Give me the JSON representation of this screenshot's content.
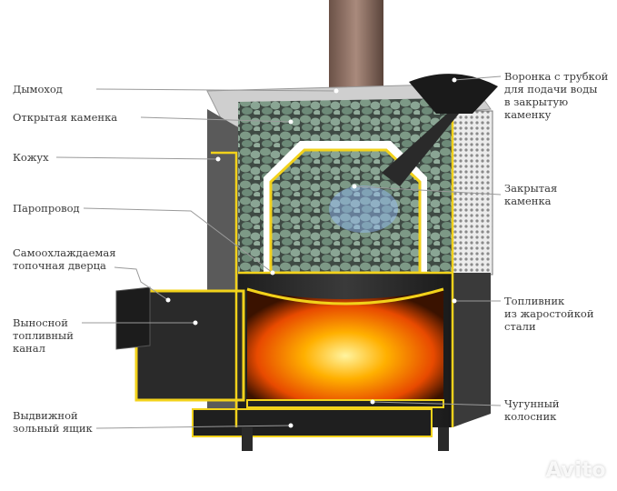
{
  "labels": {
    "left": [
      {
        "id": "chimney",
        "lines": [
          "Дымоход"
        ]
      },
      {
        "id": "open-heater",
        "lines": [
          "Открытая каменка"
        ]
      },
      {
        "id": "casing",
        "lines": [
          "Кожух"
        ]
      },
      {
        "id": "steam-duct",
        "lines": [
          "Паропровод"
        ]
      },
      {
        "id": "self-cooling-door",
        "lines": [
          "Самоохлаждаемая",
          "топочная дверца"
        ]
      },
      {
        "id": "remote-fuel-channel",
        "lines": [
          "Выносной",
          "топливный",
          "канал"
        ]
      },
      {
        "id": "ash-drawer",
        "lines": [
          "Выдвижной",
          "зольный ящик"
        ]
      }
    ],
    "right": [
      {
        "id": "funnel",
        "lines": [
          "Воронка с трубкой",
          "для подачи воды",
          "в закрытую",
          "каменку"
        ]
      },
      {
        "id": "closed-heater",
        "lines": [
          "Закрытая",
          "каменка"
        ]
      },
      {
        "id": "firebox",
        "lines": [
          "Топливник",
          "из жаростойкой",
          "стали"
        ]
      },
      {
        "id": "grate",
        "lines": [
          "Чугунный",
          "колосник"
        ]
      }
    ]
  },
  "watermark": "Avito",
  "colors": {
    "outline": "#f2d21b",
    "body": "#2b2b2b",
    "fire": "#ff8a00",
    "stone": "#6f8a78",
    "leader": "#9a9a9a"
  }
}
